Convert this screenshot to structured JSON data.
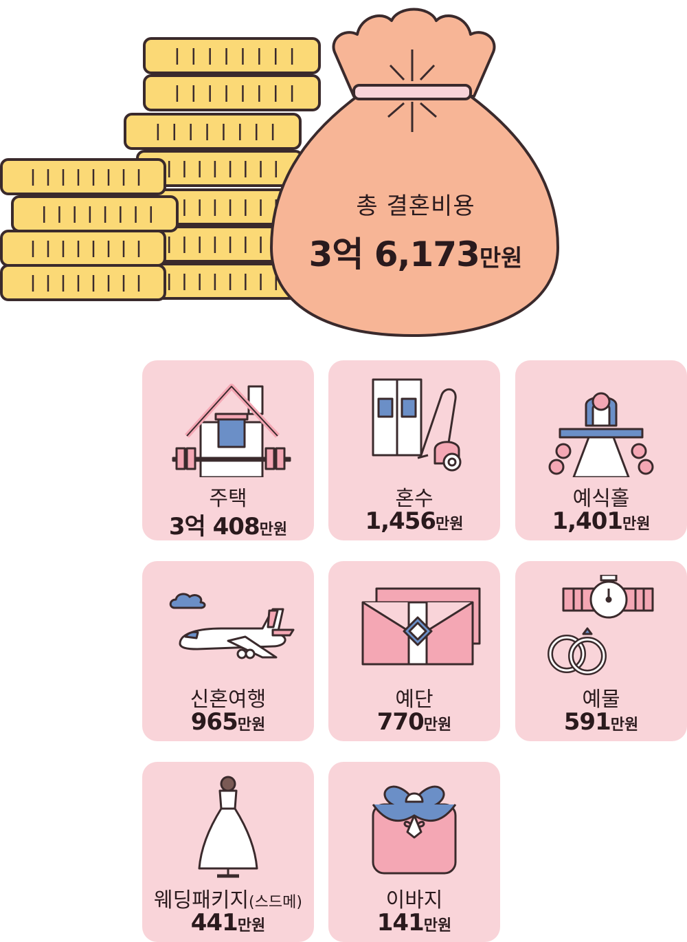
{
  "total": {
    "label": "총 결혼비용",
    "amount_main": "3억 6,173",
    "amount_unit": "만원"
  },
  "colors": {
    "card_bg": "#f9d4d9",
    "coin": "#fbd976",
    "bag": "#f7b596",
    "outline": "#3a2a2c",
    "accent_blue": "#6b8fc7",
    "accent_pink": "#f4a7b4"
  },
  "items": [
    {
      "name": "주택",
      "amount": "3억 408",
      "unit": "만원",
      "icon": "house-icon"
    },
    {
      "name": "혼수",
      "amount": "1,456",
      "unit": "만원",
      "icon": "appliances-icon"
    },
    {
      "name": "예식홀",
      "amount": "1,401",
      "unit": "만원",
      "icon": "wedding-hall-icon"
    },
    {
      "name": "신혼여행",
      "amount": "965",
      "unit": "만원",
      "icon": "airplane-icon"
    },
    {
      "name": "예단",
      "amount": "770",
      "unit": "만원",
      "icon": "gift-envelope-icon"
    },
    {
      "name": "예물",
      "amount": "591",
      "unit": "만원",
      "icon": "watch-rings-icon"
    },
    {
      "name": "웨딩패키지",
      "name_sub": "(스드메)",
      "amount": "441",
      "unit": "만원",
      "icon": "wedding-dress-icon"
    },
    {
      "name": "이바지",
      "amount": "141",
      "unit": "만원",
      "icon": "bojagi-gift-icon"
    }
  ]
}
